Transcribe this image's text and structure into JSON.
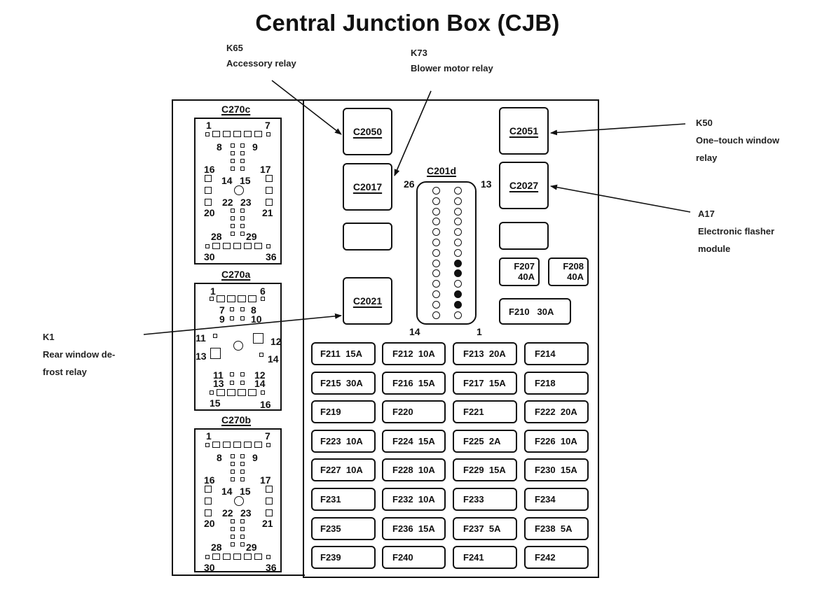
{
  "title": "Central Junction Box (CJB)",
  "callouts": {
    "k65": {
      "code": "K65",
      "desc": "Accessory relay",
      "target": "C2050"
    },
    "k73": {
      "code": "K73",
      "desc": "Blower motor relay",
      "target": "C2017"
    },
    "k50": {
      "code": "K50",
      "desc1": "One–touch window",
      "desc2": "relay",
      "target": "C2051"
    },
    "a17": {
      "code": "A17",
      "desc1": "Electronic flasher",
      "desc2": "module",
      "target": "C2027"
    },
    "k1": {
      "code": "K1",
      "desc1": "Rear window de-",
      "desc2": "frost relay",
      "target": "C2021"
    }
  },
  "connectors": {
    "c270c": {
      "name": "C270c",
      "labels": {
        "p1": "1",
        "p7": "7",
        "p8": "8",
        "p9": "9",
        "p16": "16",
        "p17": "17",
        "p14": "14",
        "p15": "15",
        "p22": "22",
        "p23": "23",
        "p20": "20",
        "p21": "21",
        "p28": "28",
        "p29": "29",
        "p30": "30",
        "p36": "36"
      }
    },
    "c270a": {
      "name": "C270a",
      "labels": {
        "p1": "1",
        "p6": "6",
        "p7": "7",
        "p8": "8",
        "p9": "9",
        "p10": "10",
        "p11": "11",
        "p12": "12",
        "p13": "13",
        "p14": "14",
        "p11b": "11",
        "p12b": "12",
        "p13b": "13",
        "p14b": "14",
        "p15": "15",
        "p16": "16"
      }
    },
    "c270b": {
      "name": "C270b",
      "labels": {
        "p1": "1",
        "p7": "7",
        "p8": "8",
        "p9": "9",
        "p16": "16",
        "p17": "17",
        "p14": "14",
        "p15": "15",
        "p22": "22",
        "p23": "23",
        "p20": "20",
        "p21": "21",
        "p28": "28",
        "p29": "29",
        "p30": "30",
        "p36": "36"
      }
    },
    "c201d": {
      "name": "C201d",
      "corner_labels": {
        "top_left": "26",
        "top_right": "13",
        "bottom_left": "14",
        "bottom_right": "1"
      },
      "left_column_filled": [
        false,
        false,
        false,
        false,
        false,
        false,
        false,
        false,
        false,
        false,
        false,
        false,
        false
      ],
      "right_column_filled": [
        false,
        false,
        false,
        false,
        false,
        false,
        false,
        true,
        true,
        false,
        true,
        true,
        false
      ]
    }
  },
  "relays": {
    "c2050": "C2050",
    "c2017": "C2017",
    "c2051": "C2051",
    "c2027": "C2027",
    "c2021": "C2021",
    "blank_left": "",
    "blank_right": ""
  },
  "large_fuses": {
    "f207": {
      "id": "F207",
      "amp": "40A"
    },
    "f208": {
      "id": "F208",
      "amp": "40A"
    },
    "f210": {
      "id": "F210",
      "amp": "30A"
    }
  },
  "fuses": [
    {
      "id": "F211",
      "amp": "15A"
    },
    {
      "id": "F212",
      "amp": "10A"
    },
    {
      "id": "F213",
      "amp": "20A"
    },
    {
      "id": "F214",
      "amp": ""
    },
    {
      "id": "F215",
      "amp": "30A"
    },
    {
      "id": "F216",
      "amp": "15A"
    },
    {
      "id": "F217",
      "amp": "15A"
    },
    {
      "id": "F218",
      "amp": ""
    },
    {
      "id": "F219",
      "amp": ""
    },
    {
      "id": "F220",
      "amp": ""
    },
    {
      "id": "F221",
      "amp": ""
    },
    {
      "id": "F222",
      "amp": "20A"
    },
    {
      "id": "F223",
      "amp": "10A"
    },
    {
      "id": "F224",
      "amp": "15A"
    },
    {
      "id": "F225",
      "amp": "2A"
    },
    {
      "id": "F226",
      "amp": "10A"
    },
    {
      "id": "F227",
      "amp": "10A"
    },
    {
      "id": "F228",
      "amp": "10A"
    },
    {
      "id": "F229",
      "amp": "15A"
    },
    {
      "id": "F230",
      "amp": "15A"
    },
    {
      "id": "F231",
      "amp": ""
    },
    {
      "id": "F232",
      "amp": "10A"
    },
    {
      "id": "F233",
      "amp": ""
    },
    {
      "id": "F234",
      "amp": ""
    },
    {
      "id": "F235",
      "amp": ""
    },
    {
      "id": "F236",
      "amp": "15A"
    },
    {
      "id": "F237",
      "amp": "5A"
    },
    {
      "id": "F238",
      "amp": "5A"
    },
    {
      "id": "F239",
      "amp": ""
    },
    {
      "id": "F240",
      "amp": ""
    },
    {
      "id": "F241",
      "amp": ""
    },
    {
      "id": "F242",
      "amp": ""
    }
  ]
}
